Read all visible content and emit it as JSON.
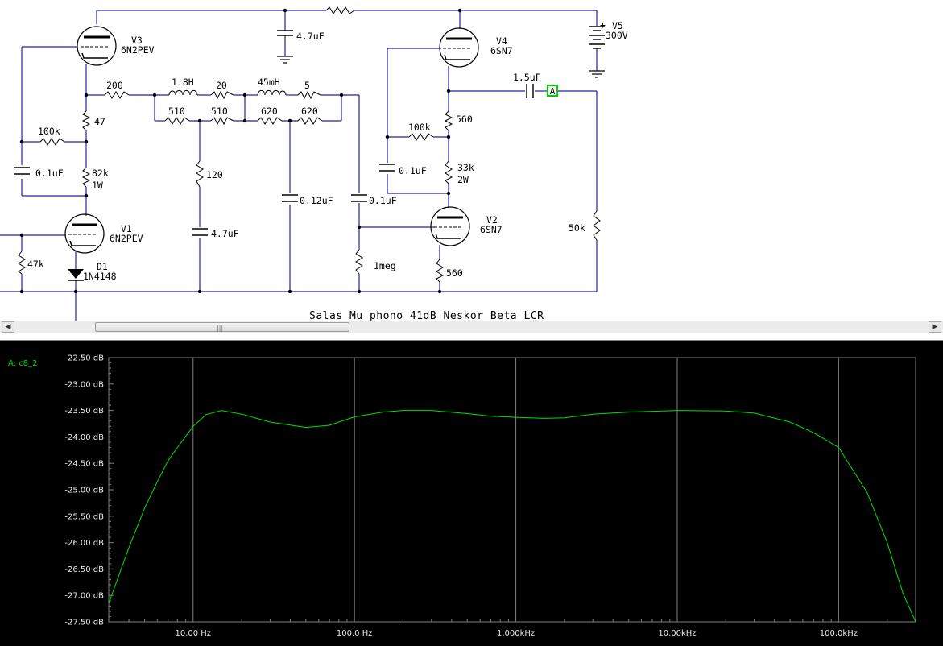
{
  "schematic": {
    "title": "Salas Mu phono 41dB  Neskor Beta LCR",
    "probe": "A",
    "tubes": [
      {
        "ref": "V3",
        "model": "6N2PEV"
      },
      {
        "ref": "V1",
        "model": "6N2PEV"
      },
      {
        "ref": "V4",
        "model": "6SN7"
      },
      {
        "ref": "V2",
        "model": "6SN7"
      }
    ],
    "supply": {
      "ref": "V5",
      "value": "300V",
      "plus": "+"
    },
    "diode": {
      "ref": "D1",
      "model": "1N4148"
    },
    "labels": {
      "r200": "200",
      "l18": "1.8H",
      "r20": "20",
      "l45": "45mH",
      "r5": "5",
      "r510a": "510",
      "r510b": "510",
      "r620a": "620",
      "r620b": "620",
      "r47": "47",
      "r100k_l": "100k",
      "c01_l": "0.1uF",
      "r82k": "82k",
      "r82k_w": "1W",
      "r47k": "47k",
      "r120": "120",
      "c47_mid": "4.7uF",
      "c47_top": "4.7uF",
      "c012": "0.12uF",
      "c01_mid": "0.1uF",
      "r1meg": "1meg",
      "r560_top": "560",
      "r100k_r": "100k",
      "c01_r": "0.1uF",
      "r33k": "33k",
      "r33k_w": "2W",
      "c15": "1.5uF",
      "r50k": "50k",
      "r560_bot": "560"
    }
  },
  "scrollbar": {
    "left_arrow": "◀",
    "right_arrow": "▶",
    "grip": "|||"
  },
  "plot": {
    "trace_label": "A: c8_2",
    "y_ticks": [
      "-22.50 dB",
      "-23.00 dB",
      "-23.50 dB",
      "-24.00 dB",
      "-24.50 dB",
      "-25.00 dB",
      "-25.50 dB",
      "-26.00 dB",
      "-26.50 dB",
      "-27.00 dB",
      "-27.50 dB"
    ],
    "x_ticks": [
      "10.00 Hz",
      "100.0 Hz",
      "1.000kHz",
      "10.00kHz",
      "100.0kHz"
    ],
    "colors": {
      "background": "#000000",
      "trace": "#00e000",
      "grid": "#808080"
    }
  },
  "chart_data": {
    "type": "line",
    "title": "",
    "xlabel": "",
    "ylabel": "",
    "x_scale": "log",
    "xlim": [
      3,
      300000
    ],
    "ylim": [
      -27.5,
      -22.5
    ],
    "grid": true,
    "series": [
      {
        "name": "A: c8_2",
        "x": [
          3,
          4,
          5,
          6,
          7,
          8,
          10,
          12,
          15,
          20,
          30,
          50,
          70,
          100,
          150,
          200,
          300,
          500,
          700,
          1000,
          1500,
          2000,
          3000,
          5000,
          10000,
          20000,
          30000,
          50000,
          70000,
          100000,
          150000,
          200000,
          250000,
          300000
        ],
        "y": [
          -27.15,
          -26.1,
          -25.35,
          -24.85,
          -24.45,
          -24.2,
          -23.8,
          -23.58,
          -23.5,
          -23.57,
          -23.72,
          -23.82,
          -23.78,
          -23.62,
          -23.53,
          -23.5,
          -23.5,
          -23.56,
          -23.61,
          -23.63,
          -23.65,
          -23.64,
          -23.57,
          -23.53,
          -23.5,
          -23.51,
          -23.55,
          -23.72,
          -23.92,
          -24.2,
          -25.05,
          -26.0,
          -26.95,
          -27.5
        ]
      }
    ]
  }
}
